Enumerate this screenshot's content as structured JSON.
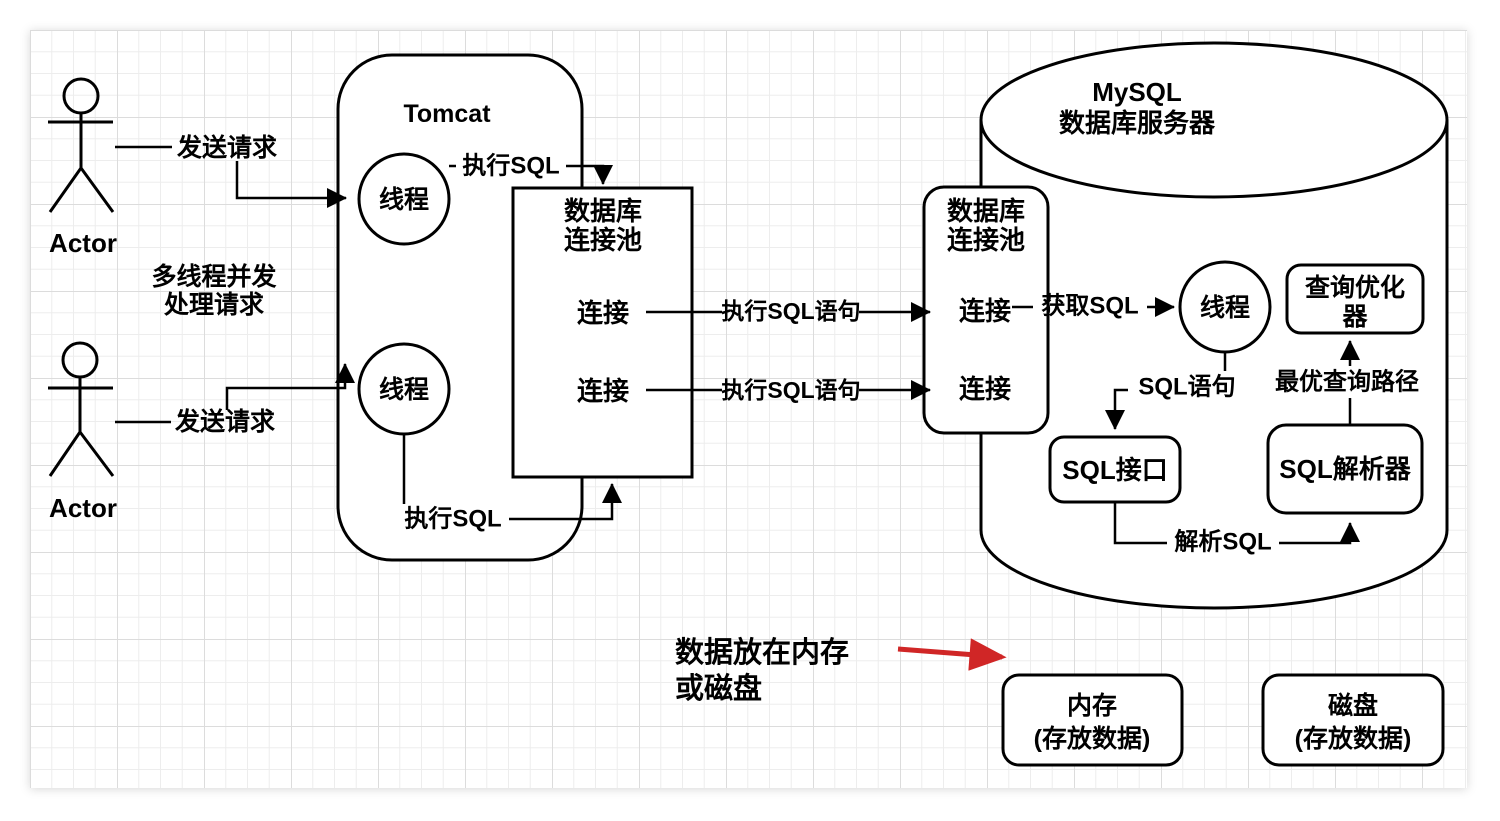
{
  "colors": {
    "stroke": "#000000",
    "note_red": "#d02626",
    "grid_minor": "#ededed",
    "grid_major": "#dcdcdc",
    "canvas_bg": "#ffffff"
  },
  "actor": {
    "label": "Actor",
    "send_request": "发送请求",
    "note_line1": "多线程并发",
    "note_line2": "处理请求"
  },
  "tomcat": {
    "title": "Tomcat",
    "thread": "线程",
    "exec_sql": "执行SQL"
  },
  "pool": {
    "title_line1": "数据库",
    "title_line2": "连接池",
    "connection": "连接"
  },
  "flow": {
    "exec_sql_stmt": "执行SQL语句",
    "get_sql": "获取SQL",
    "sql_stmt": "SQL语句",
    "parse_sql": "解析SQL",
    "best_path": "最优查询路径"
  },
  "mysql": {
    "title_line1": "MySQL",
    "title_line2": "数据库服务器",
    "thread": "线程",
    "optimizer_line1": "查询优化",
    "optimizer_line2": "器",
    "sql_interface": "SQL接口",
    "sql_parser": "SQL解析器"
  },
  "storage": {
    "note_line1": "数据放在内存",
    "note_line2": "或磁盘",
    "memory": "内存",
    "disk": "磁盘",
    "store_data": "(存放数据)"
  }
}
